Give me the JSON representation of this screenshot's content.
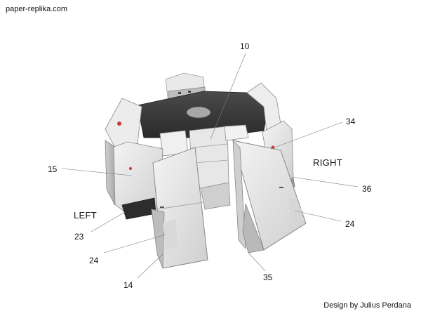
{
  "site": "paper-replika.com",
  "credit": "Design by Julius Perdana",
  "side_labels": {
    "left": "LEFT",
    "right": "RIGHT"
  },
  "part_labels": [
    "10",
    "34",
    "15",
    "36",
    "23",
    "24",
    "24",
    "14",
    "35"
  ]
}
